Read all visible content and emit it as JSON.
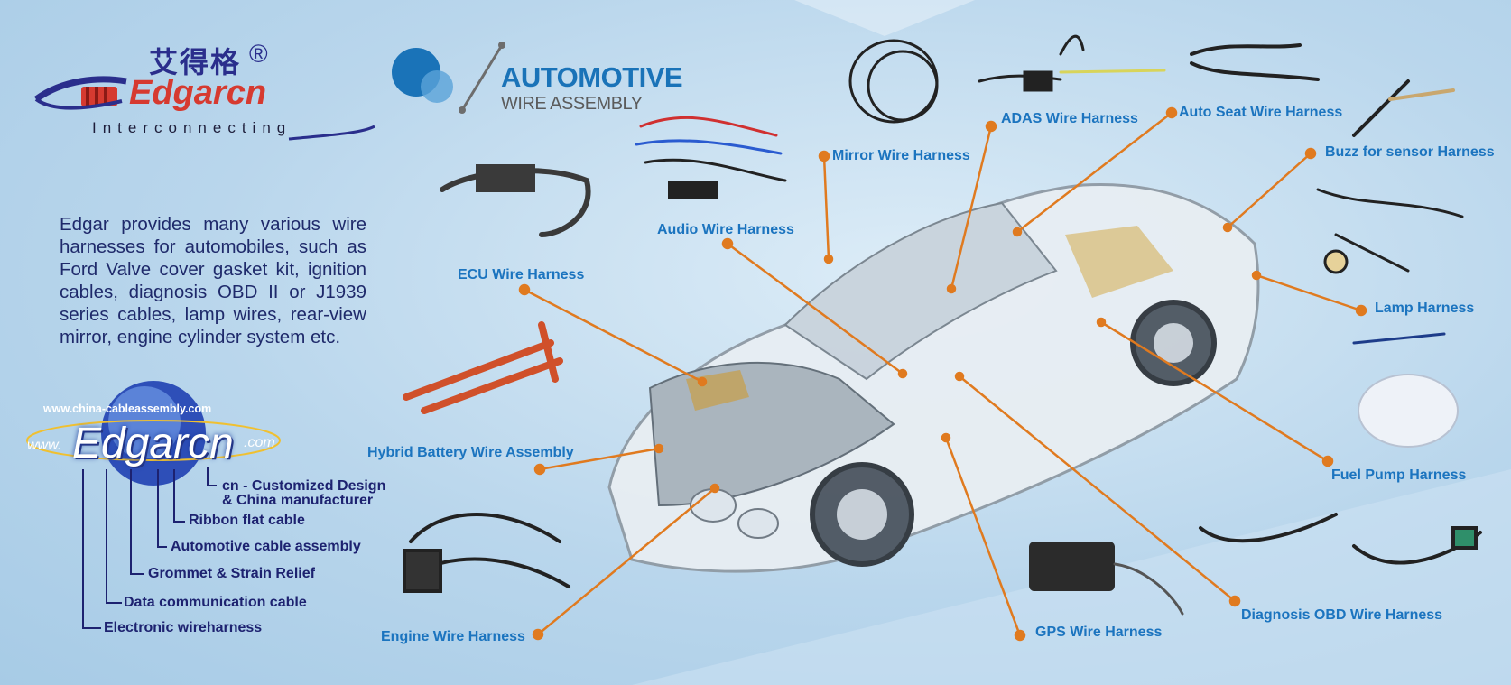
{
  "brand": {
    "chinese_name": "艾得格",
    "registered": "®",
    "name_prefix": "Edgar",
    "name_suffix": "cn",
    "tagline": "Interconnecting"
  },
  "heading": {
    "title": "AUTOMOTIVE",
    "subtitle": "WIRE ASSEMBLY"
  },
  "intro": "Edgar provides many various wire harnesses for automobiles, such as Ford Valve cover gasket kit, ignition cables, diagnosis OBD II or J1939 series cables, lamp wires, rear-view mirror, engine cylinder system etc.",
  "logo": {
    "url": "www.china-cableassembly.com",
    "www": "www.",
    "name": "Edgarcn",
    "com": ".com"
  },
  "legend": [
    "cn - Customized Design",
    "& China manufacturer",
    "Ribbon flat cable",
    "Automotive cable assembly",
    "Grommet & Strain Relief",
    "Data communication cable",
    "Electronic wireharness"
  ],
  "harness_labels": [
    "Mirror Wire Harness",
    "ADAS Wire Harness",
    "Auto Seat Wire Harness",
    "Buzz for sensor Harness",
    "Audio Wire Harness",
    "ECU Wire Harness",
    "Lamp Harness",
    "Hybrid Battery Wire Assembly",
    "Fuel Pump Harness",
    "Diagnosis OBD Wire Harness",
    "Engine Wire Harness",
    "GPS Wire Harness"
  ],
  "colors": {
    "label_blue": "#1b74bf",
    "leader_orange": "#e07a1f",
    "brand_navy": "#2a2e8c",
    "brand_red": "#d63a30"
  }
}
